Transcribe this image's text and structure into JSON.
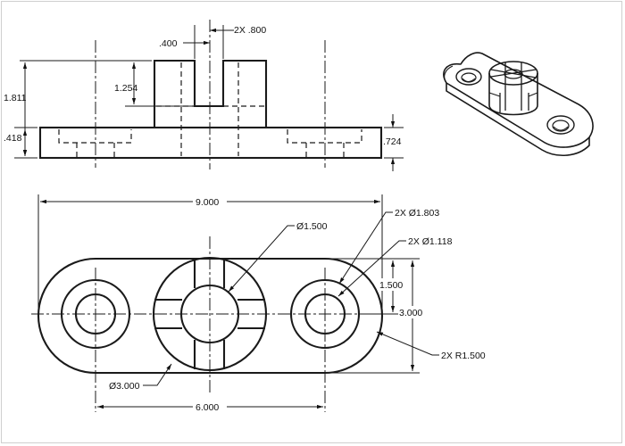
{
  "drawing": {
    "front_view": {
      "dims": {
        "slot_width": "2X .800",
        "slot_offset": ".400",
        "overall_height": "1.811",
        "boss_height": "1.254",
        "base_height": ".418",
        "base_right": ".724"
      }
    },
    "top_view": {
      "dims": {
        "overall_length": "9.000",
        "bore_large": "2X Ø1.803",
        "bore_small": "2X Ø1.118",
        "center_hole": "Ø1.500",
        "half_width": "1.500",
        "width": "3.000",
        "end_radius": "2X R1.500",
        "boss_dia": "Ø3.000",
        "hole_spacing": "6.000"
      }
    },
    "iso_view": {}
  }
}
